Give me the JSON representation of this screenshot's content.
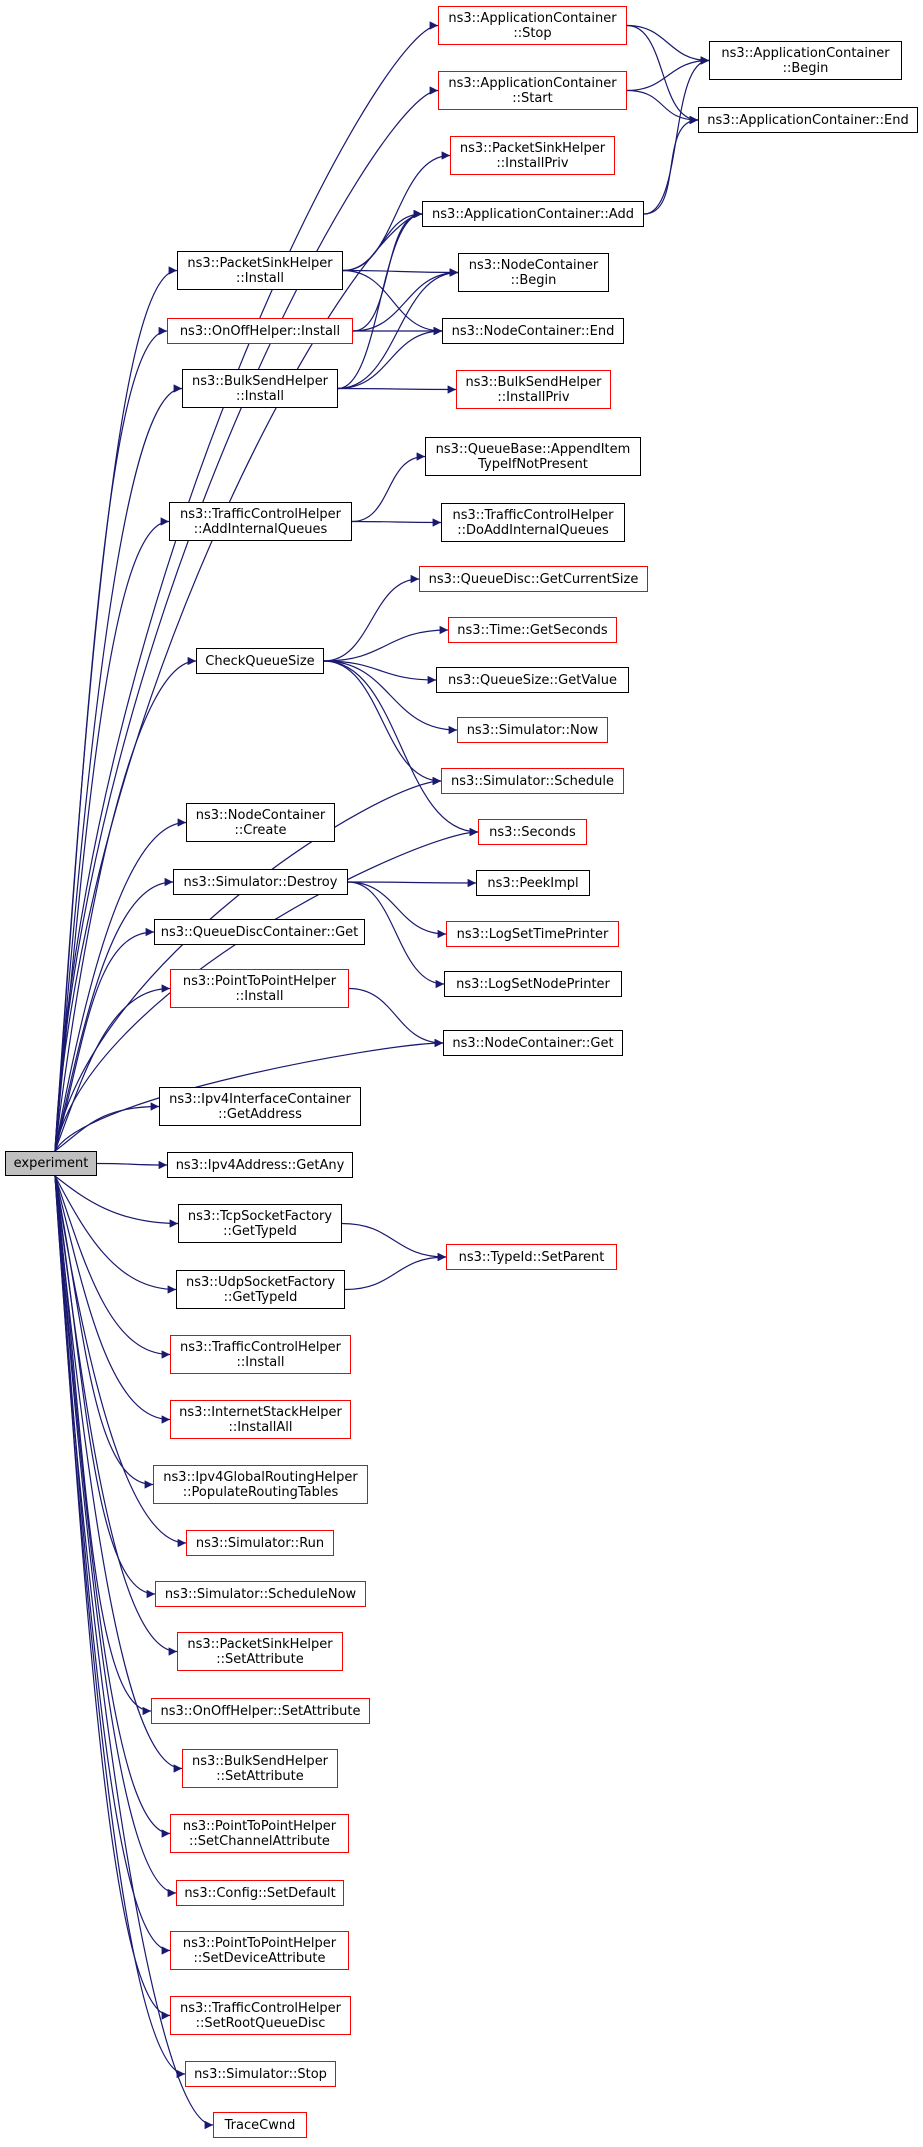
{
  "graph": {
    "title": "",
    "edge_color": "#191970",
    "nodes": {
      "experiment": {
        "text": "experiment",
        "style": "root"
      },
      "app_stop": {
        "text": "ns3::ApplicationContainer\n::Stop",
        "style": "red"
      },
      "app_begin": {
        "text": "ns3::ApplicationContainer\n::Begin",
        "style": "black"
      },
      "app_start": {
        "text": "ns3::ApplicationContainer\n::Start",
        "style": "red"
      },
      "app_end": {
        "text": "ns3::ApplicationContainer::End",
        "style": "black"
      },
      "psh_installpriv": {
        "text": "ns3::PacketSinkHelper\n::InstallPriv",
        "style": "red"
      },
      "app_add": {
        "text": "ns3::ApplicationContainer::Add",
        "style": "black"
      },
      "psh_install": {
        "text": "ns3::PacketSinkHelper\n::Install",
        "style": "black"
      },
      "nc_begin": {
        "text": "ns3::NodeContainer\n::Begin",
        "style": "black"
      },
      "onoff_install": {
        "text": "ns3::OnOffHelper::Install",
        "style": "red"
      },
      "nc_end": {
        "text": "ns3::NodeContainer::End",
        "style": "black"
      },
      "bsh_install": {
        "text": "ns3::BulkSendHelper\n::Install",
        "style": "black"
      },
      "bsh_installpriv": {
        "text": "ns3::BulkSendHelper\n::InstallPriv",
        "style": "red"
      },
      "qb_append": {
        "text": "ns3::QueueBase::AppendItem\nTypeIfNotPresent",
        "style": "black"
      },
      "tch_addq": {
        "text": "ns3::TrafficControlHelper\n::AddInternalQueues",
        "style": "black"
      },
      "tch_doadd": {
        "text": "ns3::TrafficControlHelper\n::DoAddInternalQueues",
        "style": "black"
      },
      "qd_getsize": {
        "text": "ns3::QueueDisc::GetCurrentSize",
        "style": "red"
      },
      "checkq": {
        "text": "CheckQueueSize",
        "style": "black"
      },
      "time_getsec": {
        "text": "ns3::Time::GetSeconds",
        "style": "red"
      },
      "qs_getval": {
        "text": "ns3::QueueSize::GetValue",
        "style": "black"
      },
      "sim_now": {
        "text": "ns3::Simulator::Now",
        "style": "red"
      },
      "sim_schedule": {
        "text": "ns3::Simulator::Schedule",
        "style": "red"
      },
      "seconds": {
        "text": "ns3::Seconds",
        "style": "red"
      },
      "nc_create": {
        "text": "ns3::NodeContainer\n::Create",
        "style": "black"
      },
      "sim_destroy": {
        "text": "ns3::Simulator::Destroy",
        "style": "black"
      },
      "peekimpl": {
        "text": "ns3::PeekImpl",
        "style": "black"
      },
      "log_timeprinter": {
        "text": "ns3::LogSetTimePrinter",
        "style": "red"
      },
      "qdc_get": {
        "text": "ns3::QueueDiscContainer::Get",
        "style": "black"
      },
      "log_nodeprinter": {
        "text": "ns3::LogSetNodePrinter",
        "style": "black"
      },
      "p2p_install": {
        "text": "ns3::PointToPointHelper\n::Install",
        "style": "red"
      },
      "nc_get": {
        "text": "ns3::NodeContainer::Get",
        "style": "black"
      },
      "ipv4ic_getaddr": {
        "text": "ns3::Ipv4InterfaceContainer\n::GetAddress",
        "style": "black"
      },
      "ipv4addr_getany": {
        "text": "ns3::Ipv4Address::GetAny",
        "style": "black"
      },
      "tcp_typeid": {
        "text": "ns3::TcpSocketFactory\n::GetTypeId",
        "style": "black"
      },
      "typeid_setparent": {
        "text": "ns3::TypeId::SetParent",
        "style": "red"
      },
      "udp_typeid": {
        "text": "ns3::UdpSocketFactory\n::GetTypeId",
        "style": "black"
      },
      "tch_install": {
        "text": "ns3::TrafficControlHelper\n::Install",
        "style": "red"
      },
      "ish_installall": {
        "text": "ns3::InternetStackHelper\n::InstallAll",
        "style": "red"
      },
      "ipv4grh_populate": {
        "text": "ns3::Ipv4GlobalRoutingHelper\n::PopulateRoutingTables",
        "style": "red"
      },
      "sim_run": {
        "text": "ns3::Simulator::Run",
        "style": "red"
      },
      "sim_schedulenow": {
        "text": "ns3::Simulator::ScheduleNow",
        "style": "red"
      },
      "psh_setattr": {
        "text": "ns3::PacketSinkHelper\n::SetAttribute",
        "style": "red"
      },
      "onoff_setattr": {
        "text": "ns3::OnOffHelper::SetAttribute",
        "style": "red"
      },
      "bsh_setattr": {
        "text": "ns3::BulkSendHelper\n::SetAttribute",
        "style": "red"
      },
      "p2p_setchannel": {
        "text": "ns3::PointToPointHelper\n::SetChannelAttribute",
        "style": "red"
      },
      "config_setdefault": {
        "text": "ns3::Config::SetDefault",
        "style": "red"
      },
      "p2p_setdevice": {
        "text": "ns3::PointToPointHelper\n::SetDeviceAttribute",
        "style": "red"
      },
      "tch_setroot": {
        "text": "ns3::TrafficControlHelper\n::SetRootQueueDisc",
        "style": "red"
      },
      "sim_stop": {
        "text": "ns3::Simulator::Stop",
        "style": "red"
      },
      "tracecwnd": {
        "text": "TraceCwnd",
        "style": "red"
      }
    },
    "edges": [
      [
        "experiment",
        "app_stop"
      ],
      [
        "experiment",
        "app_start"
      ],
      [
        "experiment",
        "app_add"
      ],
      [
        "experiment",
        "psh_install"
      ],
      [
        "experiment",
        "onoff_install"
      ],
      [
        "experiment",
        "bsh_install"
      ],
      [
        "experiment",
        "tch_addq"
      ],
      [
        "experiment",
        "checkq"
      ],
      [
        "experiment",
        "sim_schedule"
      ],
      [
        "experiment",
        "seconds"
      ],
      [
        "experiment",
        "nc_create"
      ],
      [
        "experiment",
        "sim_destroy"
      ],
      [
        "experiment",
        "qdc_get"
      ],
      [
        "experiment",
        "p2p_install"
      ],
      [
        "experiment",
        "nc_get"
      ],
      [
        "experiment",
        "ipv4ic_getaddr"
      ],
      [
        "experiment",
        "ipv4addr_getany"
      ],
      [
        "experiment",
        "tcp_typeid"
      ],
      [
        "experiment",
        "udp_typeid"
      ],
      [
        "experiment",
        "tch_install"
      ],
      [
        "experiment",
        "ish_installall"
      ],
      [
        "experiment",
        "ipv4grh_populate"
      ],
      [
        "experiment",
        "sim_run"
      ],
      [
        "experiment",
        "sim_schedulenow"
      ],
      [
        "experiment",
        "psh_setattr"
      ],
      [
        "experiment",
        "onoff_setattr"
      ],
      [
        "experiment",
        "bsh_setattr"
      ],
      [
        "experiment",
        "p2p_setchannel"
      ],
      [
        "experiment",
        "config_setdefault"
      ],
      [
        "experiment",
        "p2p_setdevice"
      ],
      [
        "experiment",
        "tch_setroot"
      ],
      [
        "experiment",
        "sim_stop"
      ],
      [
        "experiment",
        "tracecwnd"
      ],
      [
        "app_stop",
        "app_begin"
      ],
      [
        "app_stop",
        "app_end"
      ],
      [
        "app_start",
        "app_begin"
      ],
      [
        "app_start",
        "app_end"
      ],
      [
        "app_add",
        "app_begin"
      ],
      [
        "app_add",
        "app_end"
      ],
      [
        "psh_install",
        "psh_installpriv"
      ],
      [
        "psh_install",
        "app_add"
      ],
      [
        "psh_install",
        "nc_begin"
      ],
      [
        "psh_install",
        "nc_end"
      ],
      [
        "onoff_install",
        "app_add"
      ],
      [
        "onoff_install",
        "nc_begin"
      ],
      [
        "onoff_install",
        "nc_end"
      ],
      [
        "bsh_install",
        "app_add"
      ],
      [
        "bsh_install",
        "nc_begin"
      ],
      [
        "bsh_install",
        "nc_end"
      ],
      [
        "bsh_install",
        "bsh_installpriv"
      ],
      [
        "tch_addq",
        "qb_append"
      ],
      [
        "tch_addq",
        "tch_doadd"
      ],
      [
        "checkq",
        "qd_getsize"
      ],
      [
        "checkq",
        "time_getsec"
      ],
      [
        "checkq",
        "qs_getval"
      ],
      [
        "checkq",
        "sim_now"
      ],
      [
        "checkq",
        "sim_schedule"
      ],
      [
        "checkq",
        "seconds"
      ],
      [
        "sim_destroy",
        "peekimpl"
      ],
      [
        "sim_destroy",
        "log_timeprinter"
      ],
      [
        "sim_destroy",
        "log_nodeprinter"
      ],
      [
        "p2p_install",
        "nc_get"
      ],
      [
        "tcp_typeid",
        "typeid_setparent"
      ],
      [
        "udp_typeid",
        "typeid_setparent"
      ]
    ]
  }
}
